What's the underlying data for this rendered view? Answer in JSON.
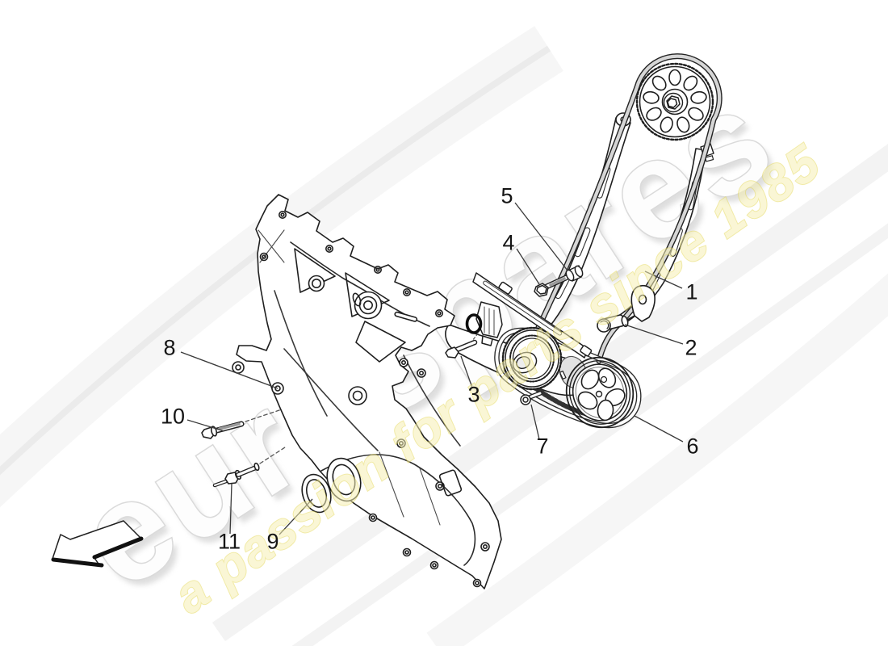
{
  "watermark": {
    "brand": "eurospares",
    "tagline": "a passion for parts since 1985",
    "brand_color": "#e2e2e2",
    "tagline_fill": "#f6f0b4",
    "tagline_stroke": "#e6da5e"
  },
  "callouts": [
    {
      "label": "1"
    },
    {
      "label": "2"
    },
    {
      "label": "3"
    },
    {
      "label": "4"
    },
    {
      "label": "5"
    },
    {
      "label": "6"
    },
    {
      "label": "7"
    },
    {
      "label": "8"
    },
    {
      "label": "9"
    },
    {
      "label": "10"
    },
    {
      "label": "11"
    }
  ],
  "icons": {
    "direction_arrow": "arrow-pointing-lower-left"
  }
}
